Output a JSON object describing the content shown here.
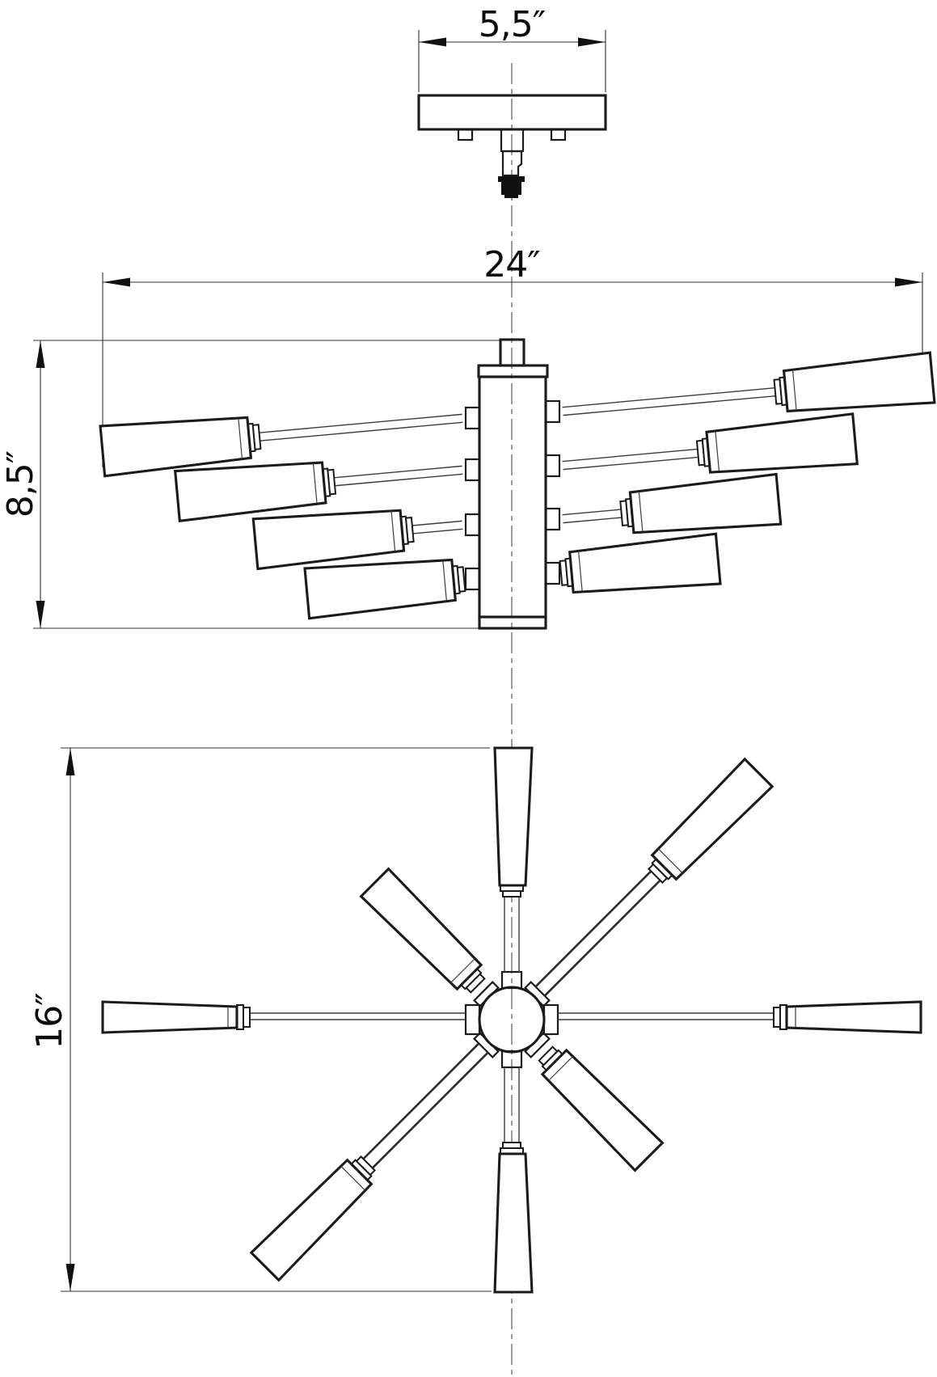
{
  "drawing": {
    "background_color": "#ffffff",
    "line_color": "#1b1b1b",
    "dimensions": {
      "canopy_width": "5,5″",
      "fixture_width": "24″",
      "fixture_height": "8,5″",
      "plan_span": "16″"
    }
  }
}
